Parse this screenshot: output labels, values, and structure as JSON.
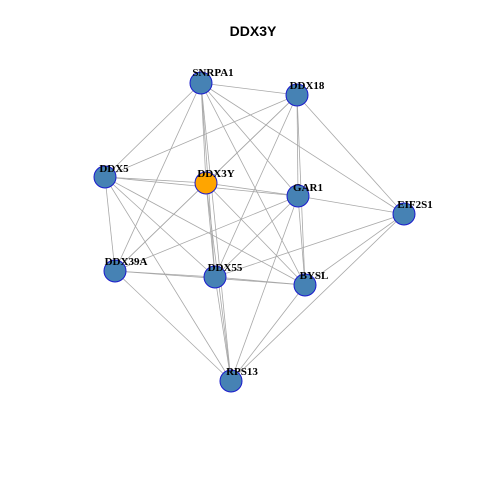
{
  "title": "DDX3Y",
  "colors": {
    "node_fill": "#4682B4",
    "node_border": "#1a1acd",
    "focus_fill": "#FFA500",
    "edge": "#a8a8a8"
  },
  "chart_data": {
    "type": "network",
    "title": "DDX3Y",
    "focus_node": "DDX3Y",
    "nodes": [
      {
        "id": "SNRPA1",
        "label": "SNRPA1"
      },
      {
        "id": "DDX18",
        "label": "DDX18"
      },
      {
        "id": "DDX5",
        "label": "DDX5"
      },
      {
        "id": "DDX3Y",
        "label": "DDX3Y"
      },
      {
        "id": "GAR1",
        "label": "GAR1"
      },
      {
        "id": "EIF2S1",
        "label": "EIF2S1"
      },
      {
        "id": "DDX39A",
        "label": "DDX39A"
      },
      {
        "id": "DDX55",
        "label": "DDX55"
      },
      {
        "id": "BYSL",
        "label": "BYSL"
      },
      {
        "id": "RPS13",
        "label": "RPS13"
      }
    ],
    "edges": [
      [
        "SNRPA1",
        "DDX18"
      ],
      [
        "SNRPA1",
        "DDX5"
      ],
      [
        "SNRPA1",
        "DDX3Y"
      ],
      [
        "SNRPA1",
        "GAR1"
      ],
      [
        "SNRPA1",
        "EIF2S1"
      ],
      [
        "SNRPA1",
        "DDX39A"
      ],
      [
        "SNRPA1",
        "DDX55"
      ],
      [
        "SNRPA1",
        "BYSL"
      ],
      [
        "SNRPA1",
        "RPS13"
      ],
      [
        "DDX18",
        "DDX5"
      ],
      [
        "DDX18",
        "DDX3Y"
      ],
      [
        "DDX18",
        "GAR1"
      ],
      [
        "DDX18",
        "EIF2S1"
      ],
      [
        "DDX18",
        "DDX39A"
      ],
      [
        "DDX18",
        "DDX55"
      ],
      [
        "DDX18",
        "BYSL"
      ],
      [
        "DDX5",
        "DDX3Y"
      ],
      [
        "DDX5",
        "GAR1"
      ],
      [
        "DDX5",
        "DDX39A"
      ],
      [
        "DDX5",
        "DDX55"
      ],
      [
        "DDX5",
        "BYSL"
      ],
      [
        "DDX5",
        "RPS13"
      ],
      [
        "DDX3Y",
        "GAR1"
      ],
      [
        "DDX3Y",
        "DDX39A"
      ],
      [
        "DDX3Y",
        "DDX55"
      ],
      [
        "DDX3Y",
        "BYSL"
      ],
      [
        "DDX3Y",
        "RPS13"
      ],
      [
        "GAR1",
        "EIF2S1"
      ],
      [
        "GAR1",
        "DDX39A"
      ],
      [
        "GAR1",
        "DDX55"
      ],
      [
        "GAR1",
        "BYSL"
      ],
      [
        "GAR1",
        "RPS13"
      ],
      [
        "EIF2S1",
        "DDX55"
      ],
      [
        "EIF2S1",
        "BYSL"
      ],
      [
        "EIF2S1",
        "RPS13"
      ],
      [
        "DDX39A",
        "DDX55"
      ],
      [
        "DDX39A",
        "BYSL"
      ],
      [
        "DDX39A",
        "RPS13"
      ],
      [
        "DDX55",
        "BYSL"
      ],
      [
        "DDX55",
        "RPS13"
      ],
      [
        "BYSL",
        "RPS13"
      ]
    ]
  }
}
